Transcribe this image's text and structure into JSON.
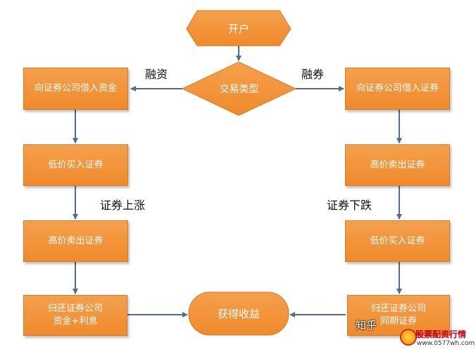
{
  "diagram": {
    "start": "开户",
    "decision": "交易类型",
    "branch_left_label": "融资",
    "branch_right_label": "融券",
    "left_steps": [
      "向证券公司借入资金",
      "低价买入证券",
      "高价卖出证券"
    ],
    "left_final": [
      "归还证券公司",
      "资金+利息"
    ],
    "left_condition": "证券上涨",
    "right_steps": [
      "向证券公司借入证券",
      "高价卖出证券",
      "低价买入证券"
    ],
    "right_final": [
      "归还证券公司",
      "同期证券"
    ],
    "right_condition": "证券下跌",
    "end": "获得收益"
  },
  "colors": {
    "fill": "#f29a45",
    "border": "#d97a1f",
    "arrow": "#4f6d8f",
    "text": "#ffffff"
  },
  "watermark": {
    "platform": "知乎",
    "site_name": "股票配资行情",
    "site_url": "www.0577wh.com"
  }
}
